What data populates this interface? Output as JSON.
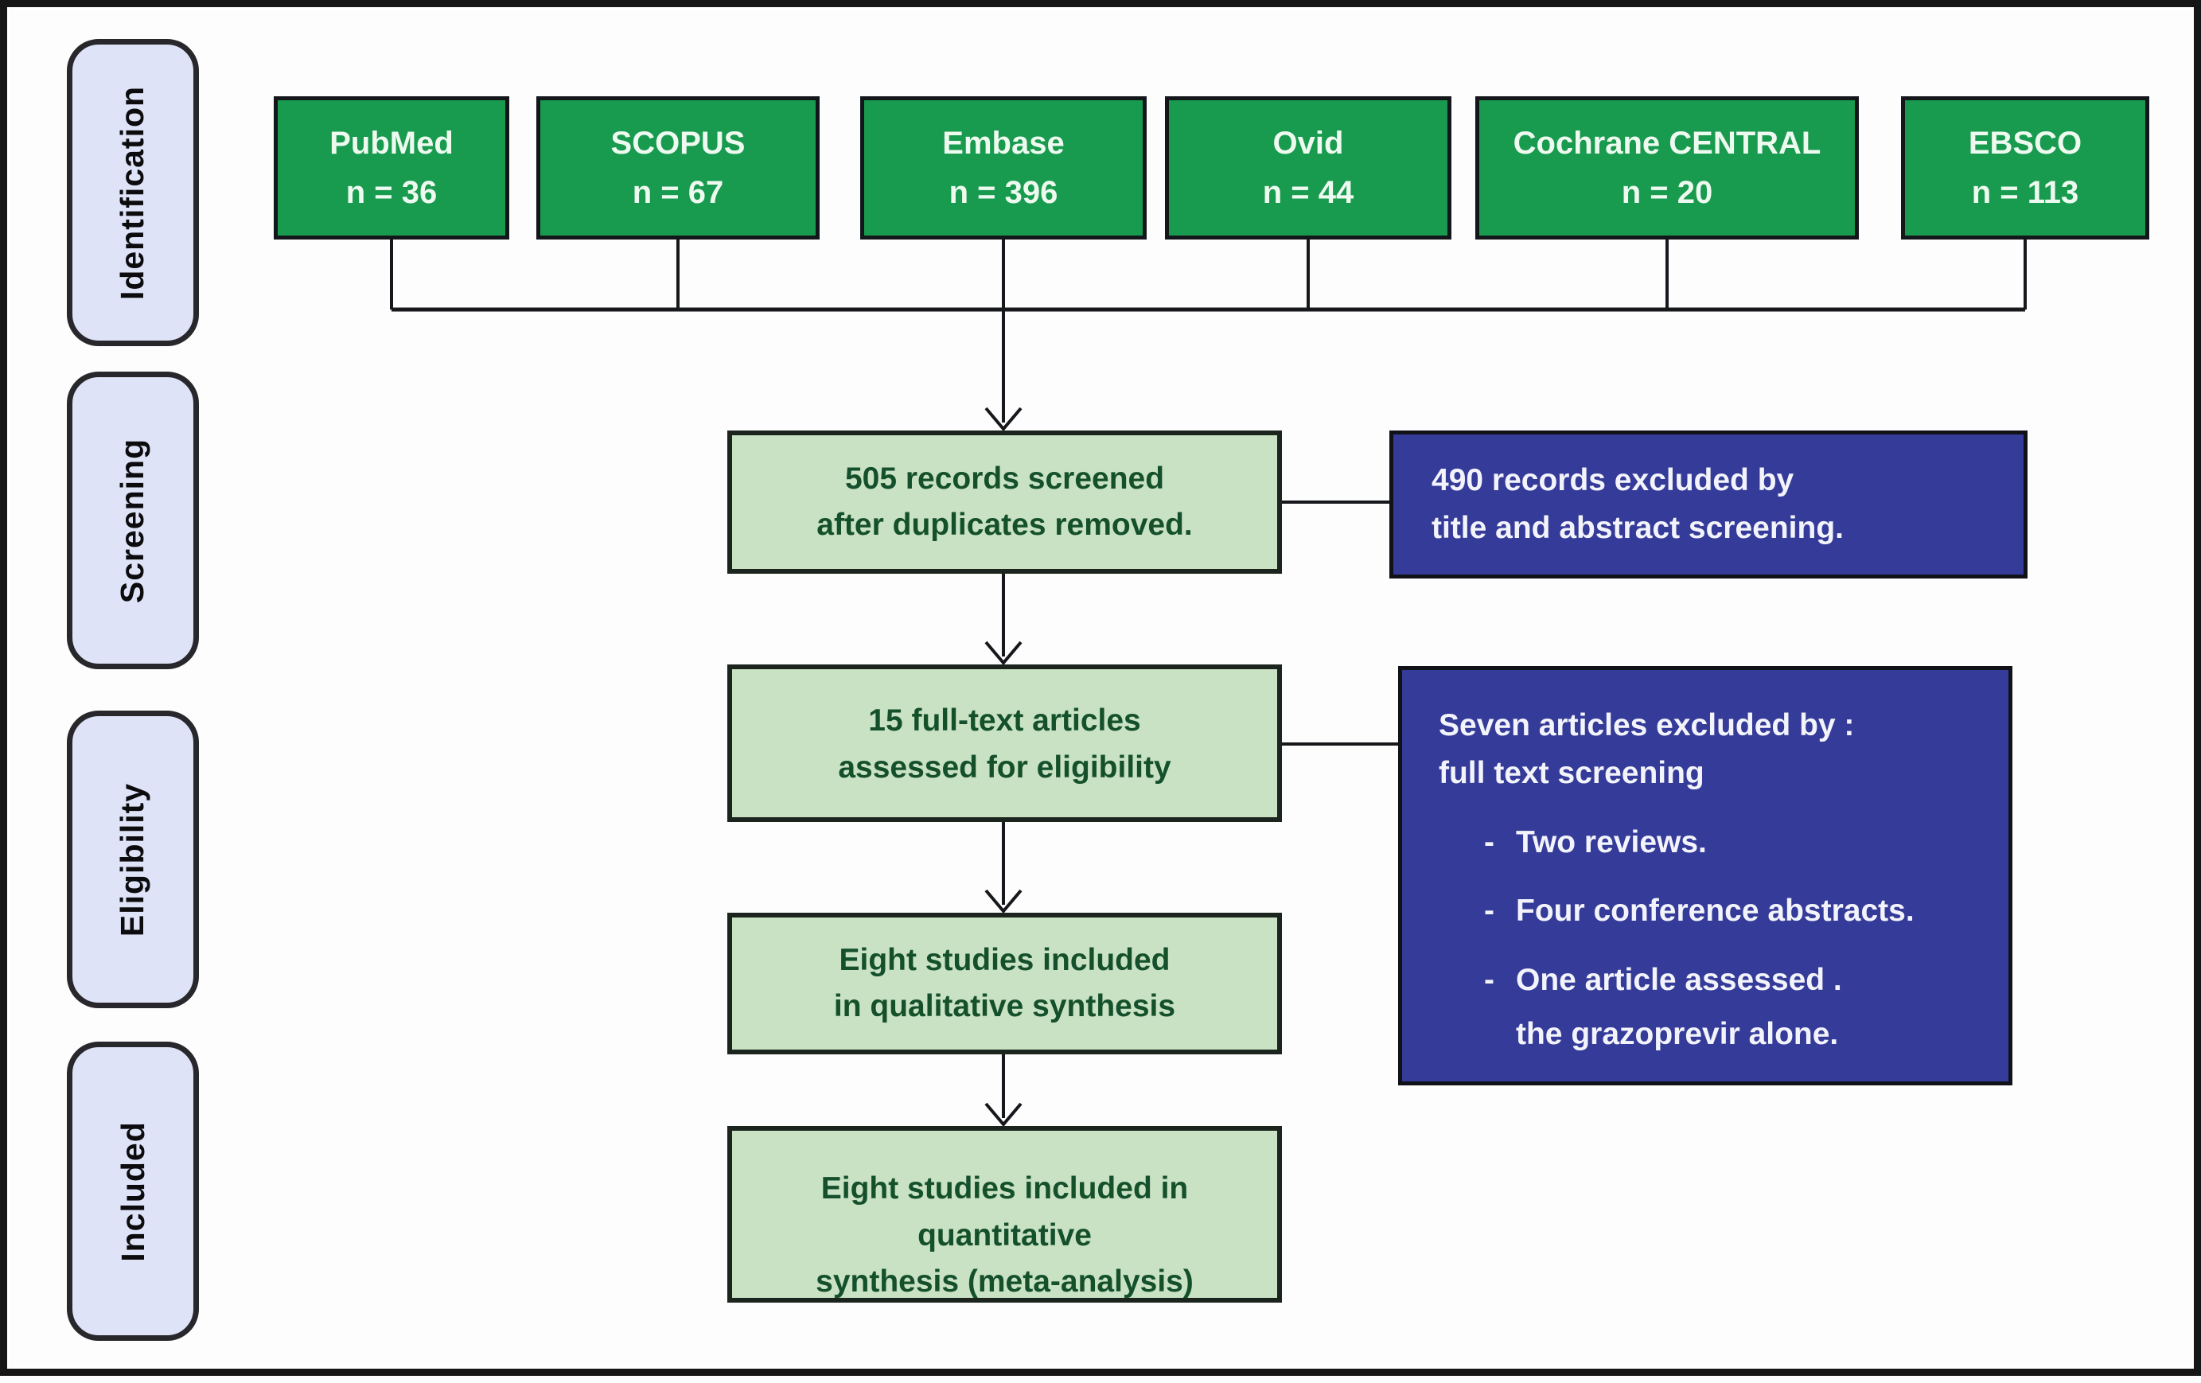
{
  "diagram": {
    "phases": [
      {
        "label": "Identification"
      },
      {
        "label": "Screening"
      },
      {
        "label": "Eligibility"
      },
      {
        "label": "Included"
      }
    ],
    "sources": [
      {
        "name": "PubMed",
        "count": "n = 36"
      },
      {
        "name": "SCOPUS",
        "count": "n = 67"
      },
      {
        "name": "Embase",
        "count": "n = 396"
      },
      {
        "name": "Ovid",
        "count": "n = 44"
      },
      {
        "name": "Cochrane CENTRAL",
        "count": "n = 20"
      },
      {
        "name": "EBSCO",
        "count": "n = 113"
      }
    ],
    "flow": {
      "screened": {
        "line1": "505 records screened",
        "line2": "after duplicates removed."
      },
      "fulltext": {
        "line1": "15 full-text articles",
        "line2": "assessed for eligibility"
      },
      "qualitative": {
        "line1": "Eight studies included",
        "line2": "in qualitative synthesis"
      },
      "quantitative": {
        "line1": "Eight studies included in quantitative",
        "line2": "synthesis (meta-analysis)"
      }
    },
    "exclusions": {
      "title_abstract": {
        "line1": "490 records excluded by",
        "line2": "title and abstract screening."
      },
      "full_text": {
        "line1": "Seven articles excluded by :",
        "line2": "full text screening",
        "dash": "-",
        "bullets": [
          "Two reviews.",
          "Four conference abstracts.",
          "One article assessed ."
        ],
        "continuation": "the grazoprevir alone."
      }
    },
    "colors": {
      "source_green": "#189b4e",
      "flow_light_green": "#c9e2c4",
      "flow_text_green": "#15502c",
      "exclusion_blue": "#353b98",
      "phase_lavender": "#dfe3f8",
      "line_black": "#17181c"
    }
  }
}
